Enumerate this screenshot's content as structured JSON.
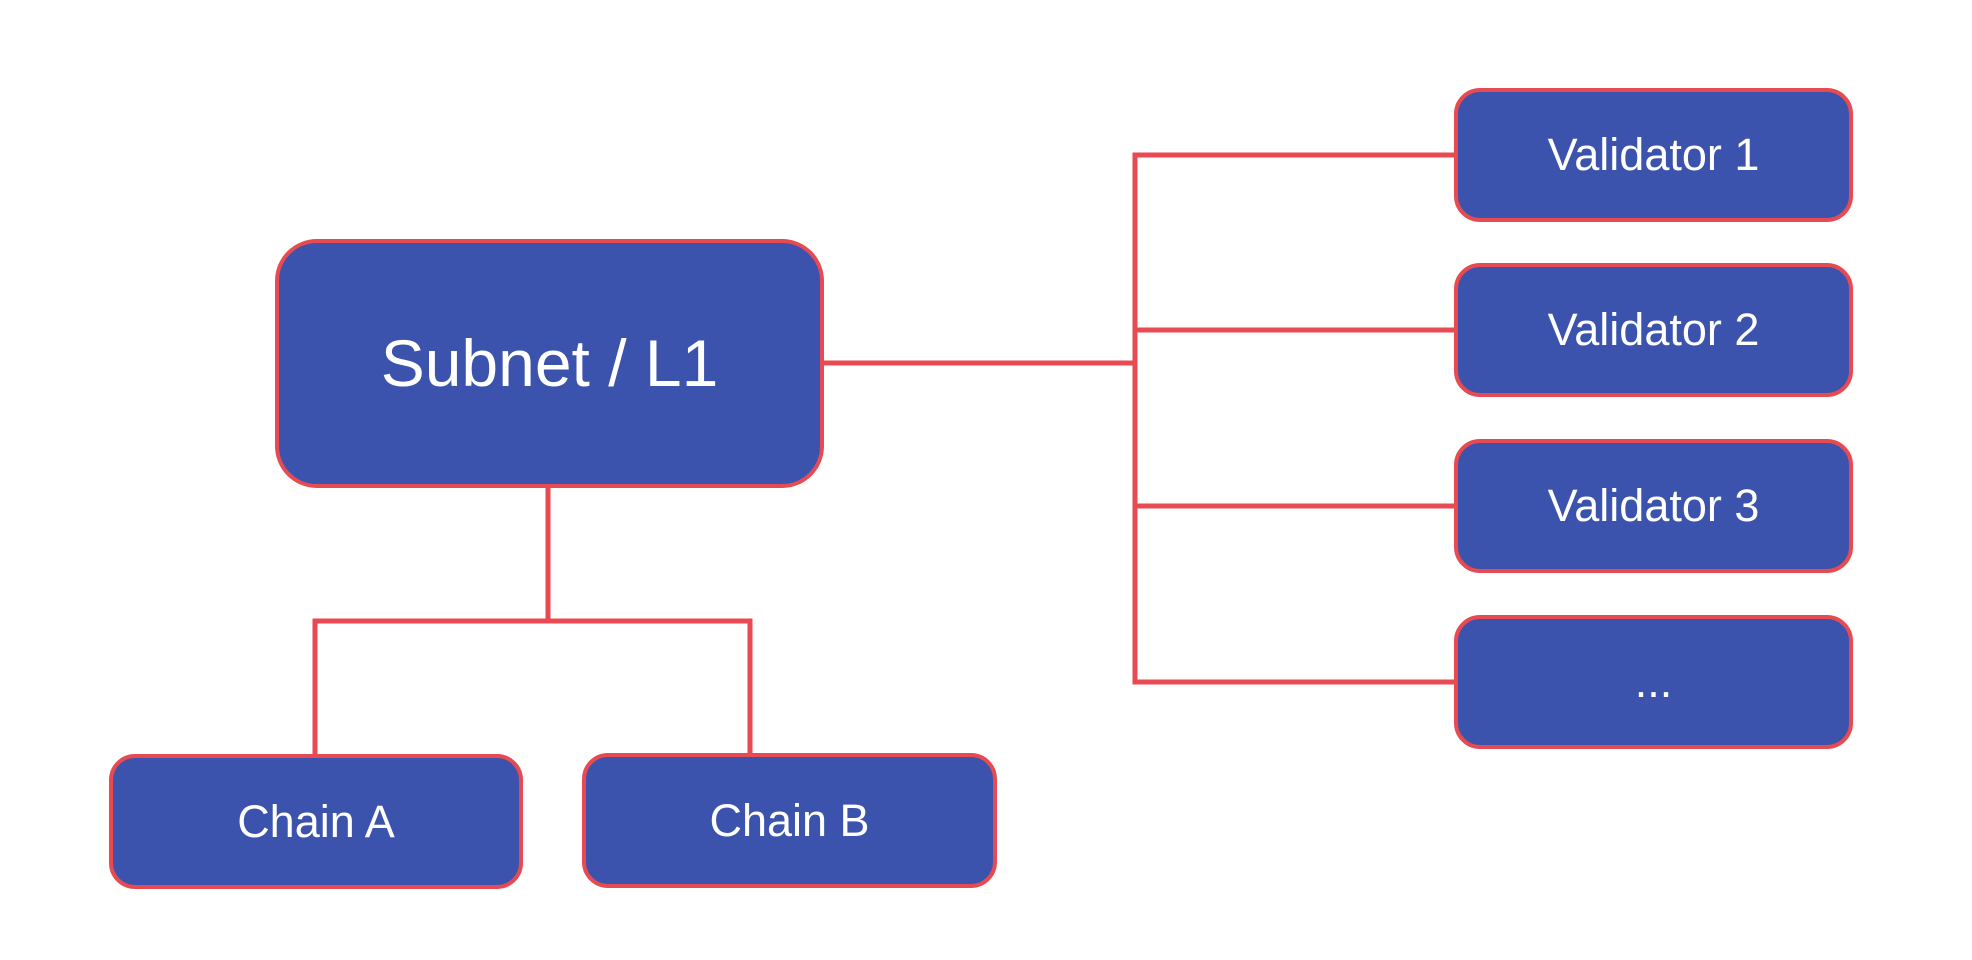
{
  "diagram": {
    "nodes": [
      {
        "id": "subnet-l1",
        "label": "Subnet / L1"
      },
      {
        "id": "chain-a",
        "label": "Chain A"
      },
      {
        "id": "chain-b",
        "label": "Chain B"
      },
      {
        "id": "validator-1",
        "label": "Validator 1"
      },
      {
        "id": "validator-2",
        "label": "Validator 2"
      },
      {
        "id": "validator-3",
        "label": "Validator 3"
      },
      {
        "id": "validator-ellipsis",
        "label": "..."
      }
    ],
    "edges": [
      {
        "from": "subnet-l1",
        "to": "validator-1"
      },
      {
        "from": "subnet-l1",
        "to": "validator-2"
      },
      {
        "from": "subnet-l1",
        "to": "validator-3"
      },
      {
        "from": "subnet-l1",
        "to": "validator-ellipsis"
      },
      {
        "from": "subnet-l1",
        "to": "chain-a"
      },
      {
        "from": "subnet-l1",
        "to": "chain-b"
      }
    ],
    "colors": {
      "node_fill": "#3b53ad",
      "node_border": "#e84a52",
      "connector": "#e84a52",
      "text": "#ffffff",
      "background": "#ffffff"
    }
  }
}
